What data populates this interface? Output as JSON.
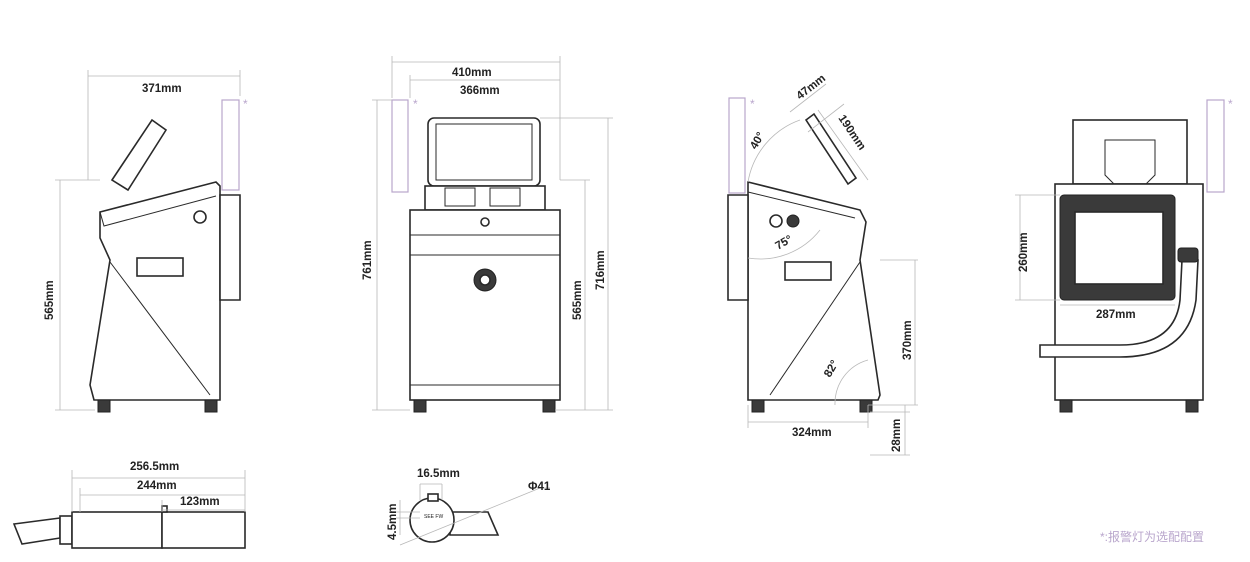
{
  "side_view_left": {
    "width_label": "371mm",
    "height_label": "565mm",
    "beacon_mark": "*"
  },
  "front_view": {
    "total_width_label": "410mm",
    "body_width_label": "366mm",
    "total_height_label": "761mm",
    "screen_height_label": "716mm",
    "body_height_label": "565mm",
    "beacon_mark": "*"
  },
  "side_view_right": {
    "panel_depth_label": "47mm",
    "screen_length_label": "190mm",
    "tilt_angle_label": "40°",
    "door_angle_label": "75°",
    "base_angle_label": "82°",
    "depth_label": "324mm",
    "lower_height_label": "370mm",
    "foot_height_label": "28mm",
    "beacon_mark": "*"
  },
  "back_view": {
    "panel_height_label": "260mm",
    "panel_width_label": "287mm",
    "beacon_mark": "*"
  },
  "printhead_view": {
    "total_length_label": "256.5mm",
    "body_length_label": "244mm",
    "front_length_label": "123mm"
  },
  "nozzle_view": {
    "width_label": "16.5mm",
    "offset_label": "4.5mm",
    "diameter_label": "Φ41",
    "nameplate": "SEE FW"
  },
  "footnote": "*:报警灯为选配配置",
  "colors": {
    "line": "#2a2a2a",
    "dimension": "#b8b8b8",
    "beacon": "#b9a6cc"
  }
}
